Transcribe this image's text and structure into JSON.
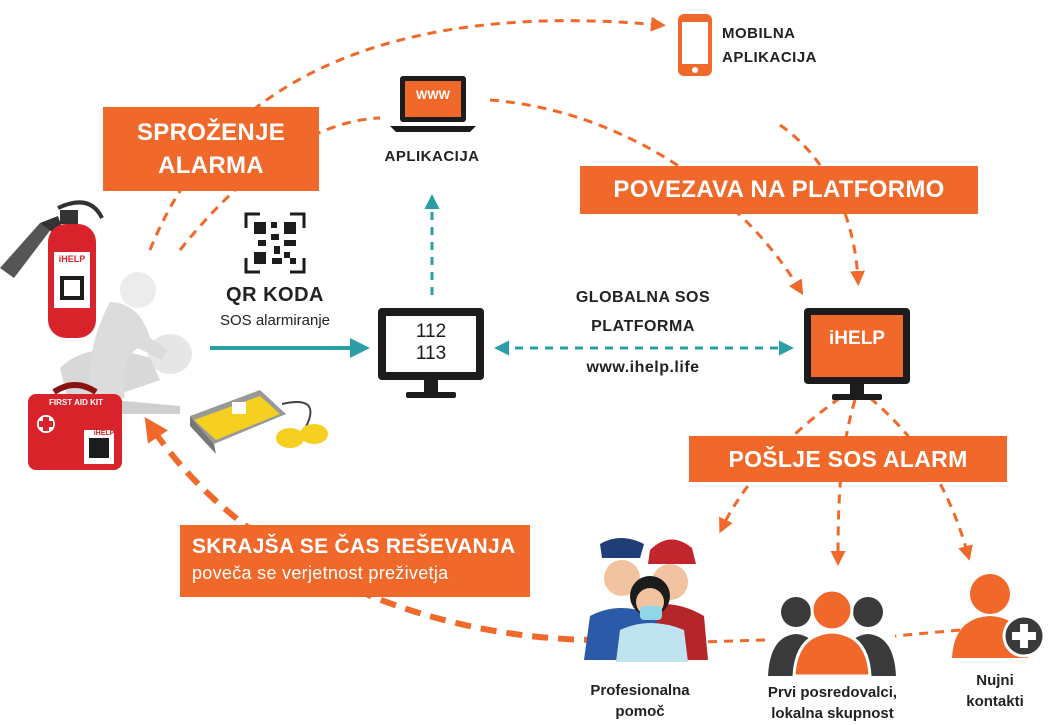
{
  "labels": {
    "mobile_app_line1": "MOBILNA",
    "mobile_app_line2": "APLIKACIJA",
    "web_app": "APLIKACIJA",
    "www": "WWW",
    "alarm_trigger_line1": "SPROŽENJE",
    "alarm_trigger_line2": "ALARMA",
    "platform_connect": "POVEZAVA NA PLATFORMO",
    "qr_title": "QR KODA",
    "qr_subtitle": "SOS alarmiranje",
    "monitor_112": "112",
    "monitor_113": "113",
    "global_platform_line1": "GLOBALNA SOS",
    "global_platform_line2": "PLATFORMA",
    "platform_url": "www.ihelp.life",
    "ihelp_brand": "iHELP",
    "send_alarm": "POŠLJE SOS ALARM",
    "rescue_title": "SKRAJŠA SE ČAS REŠEVANJA",
    "rescue_subtitle": "poveča se verjetnost preživetja",
    "pro_help_line1": "Profesionalna",
    "pro_help_line2": "pomoč",
    "first_resp_line1": "Prvi posredovalci,",
    "first_resp_line2": "lokalna skupnost",
    "emergency_line1": "Nujni",
    "emergency_line2": "kontakti",
    "first_aid_kit": "FIRST AID KIT",
    "extinguisher_brand": "iHELP",
    "kit_brand": "iHELP"
  },
  "colors": {
    "accent": "#f0692a",
    "teal": "#2aa0a6",
    "dark": "#1c1c1c",
    "extinguisher": "#d8232a"
  }
}
